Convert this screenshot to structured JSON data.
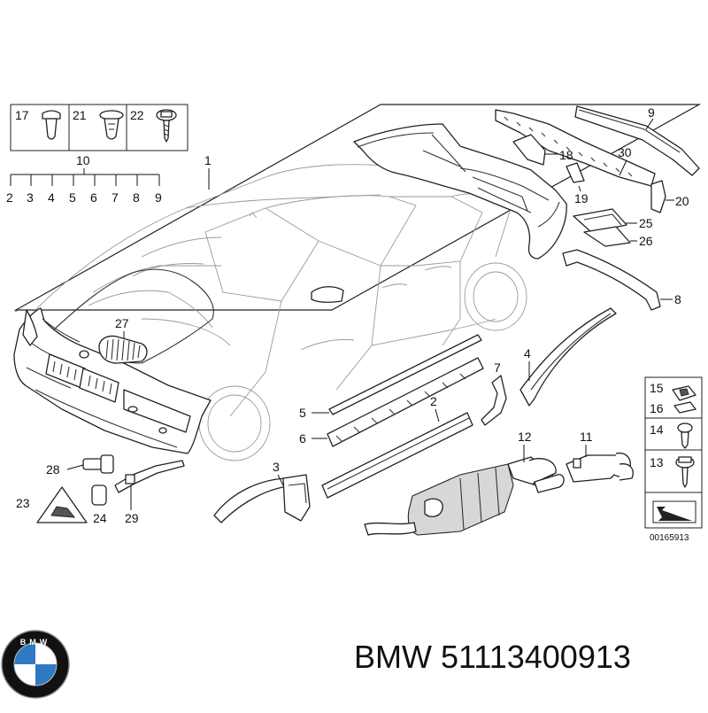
{
  "brand": "BMW",
  "part_number": "51113400913",
  "drawing_id": "00165913",
  "logo": {
    "letters": "BMW",
    "colors": {
      "blue": "#2f79c4",
      "ring": "#111111",
      "white": "#ffffff"
    }
  },
  "callouts": {
    "c1": "1",
    "c2a": "2",
    "c2b": "2",
    "c3a": "3",
    "c3b": "3",
    "c4a": "4",
    "c4b": "4",
    "c5a": "5",
    "c5b": "5",
    "c6a": "6",
    "c6b": "6",
    "c7a": "7",
    "c7b": "7",
    "c8a": "8",
    "c8b": "8",
    "c9a": "9",
    "c9b": "9",
    "c10": "10",
    "c11": "11",
    "c12": "12",
    "c13": "13",
    "c14": "14",
    "c15": "15",
    "c16": "16",
    "c17": "17",
    "c18": "18",
    "c19": "19",
    "c20": "20",
    "c21": "21",
    "c22": "22",
    "c23": "23",
    "c24": "24",
    "c25": "25",
    "c26": "26",
    "c27": "27",
    "c28": "28",
    "c29": "29",
    "c30": "30"
  }
}
